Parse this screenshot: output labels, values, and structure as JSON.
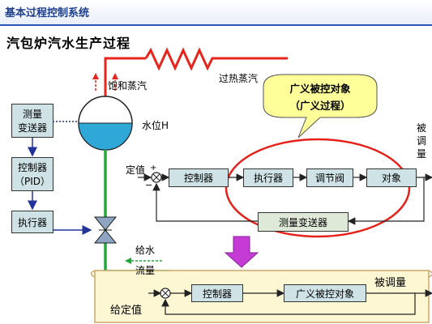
{
  "header": {
    "title": "基本过程控制系统"
  },
  "title": "汽包炉汽水生产过程",
  "drum": {
    "saturated_steam": "饱和蒸汽",
    "superheated_steam": "过热蒸汽",
    "level": "水位H"
  },
  "left_chain": {
    "transmitter": [
      "测量",
      "变送器"
    ],
    "controller": [
      "控制器",
      "（PID）"
    ],
    "actuator": "执行器"
  },
  "feedwater": [
    "给水",
    "流量"
  ],
  "callout": {
    "line1": "广义被控对象",
    "line2": "（广义过程）"
  },
  "loop": {
    "setpoint": "定值",
    "plus": "+",
    "minus": "−",
    "controller": "控制器",
    "actuator": "执行器",
    "valve": "调节阀",
    "object": "对象",
    "transmitter": "测量变送器",
    "output": [
      "被",
      "调",
      "量"
    ]
  },
  "simplified": {
    "setpoint": "给定值",
    "controller": "控制器",
    "object": "广义被控对象",
    "output": "被调量"
  },
  "colors": {
    "accent_header": "#2b57b5",
    "water": "#2fa8d8",
    "steam_line": "#e8251c",
    "callout_fill": "#ffff99",
    "loop_ellipse": "#e5211a",
    "big_arrow": "#c43bd6",
    "feedwater_line": "#22a73a"
  }
}
